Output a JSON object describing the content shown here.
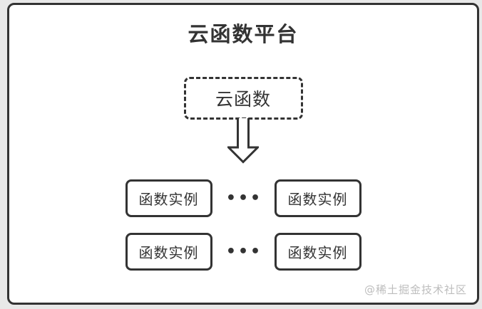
{
  "colors": {
    "frame_border": "#333333",
    "text_dark": "#333333",
    "outer_bg": "#e8e8e8",
    "inner_bg": "#ffffff",
    "watermark": "#bdbdbd"
  },
  "diagram": {
    "title": "云函数平台",
    "cloud_function": {
      "label": "云函数"
    },
    "arrow": {
      "name": "down-arrow",
      "direction": "down"
    },
    "instances": {
      "rows": [
        {
          "left": "函数实例",
          "dots": "•••",
          "right": "函数实例"
        },
        {
          "left": "函数实例",
          "dots": "•••",
          "right": "函数实例"
        }
      ]
    },
    "watermark": "@稀土掘金技术社区"
  }
}
